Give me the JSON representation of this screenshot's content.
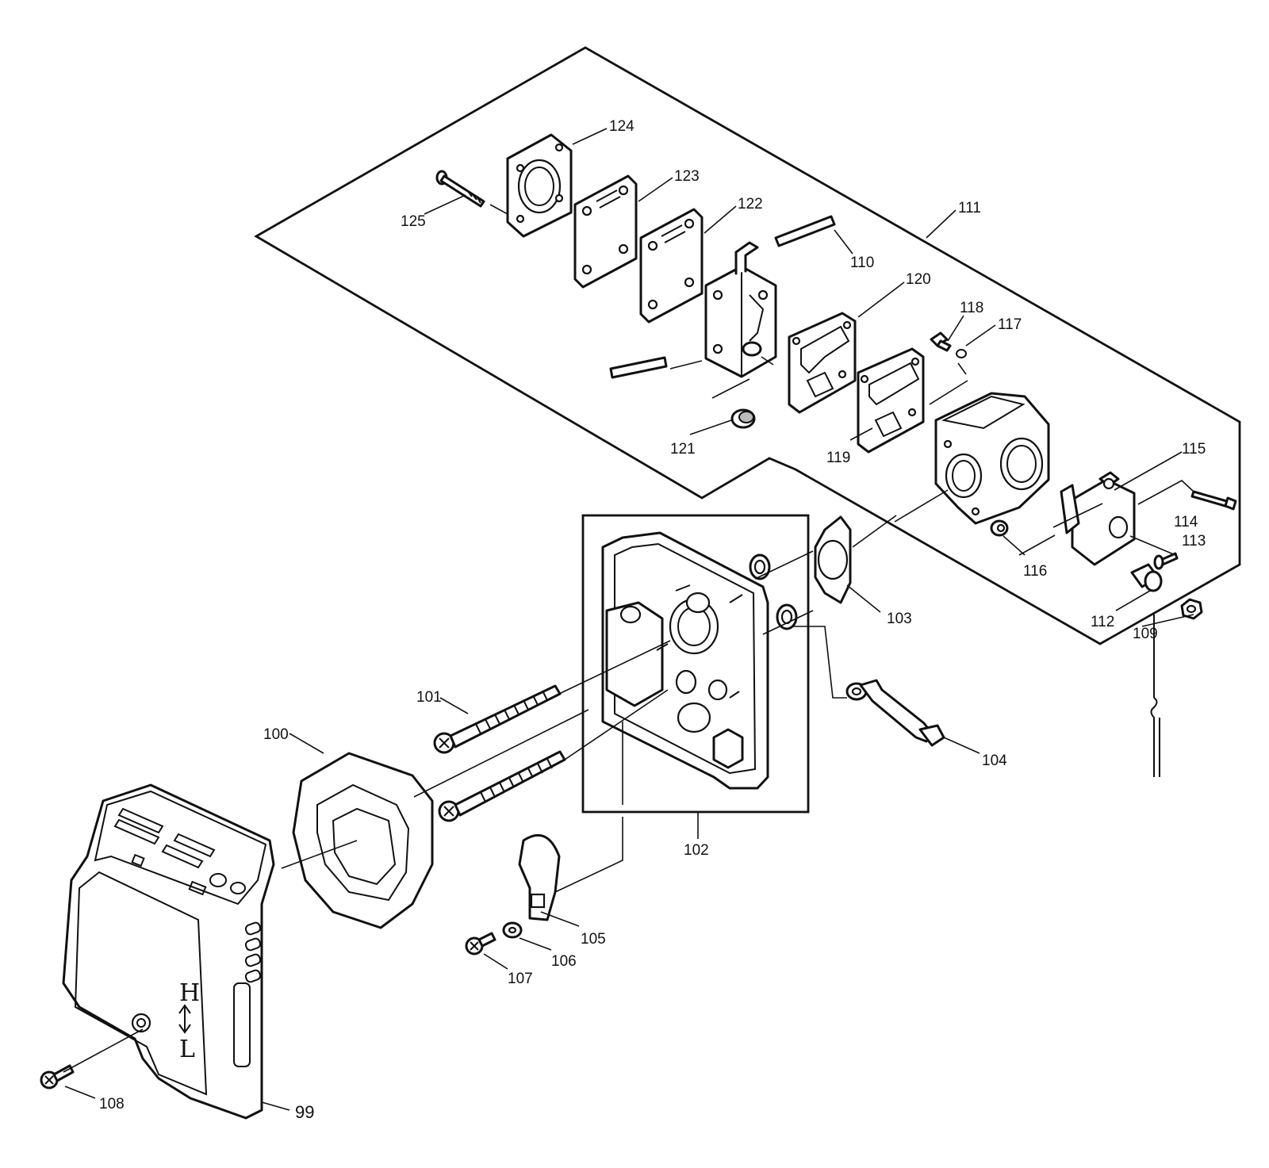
{
  "diagram": {
    "labels": {
      "p99": "99",
      "p100": "100",
      "p101": "101",
      "p102": "102",
      "p103": "103",
      "p104": "104",
      "p105": "105",
      "p106": "106",
      "p107": "107",
      "p108": "108",
      "p109": "109",
      "p110": "110",
      "p111": "111",
      "p112": "112",
      "p113": "113",
      "p114": "114",
      "p115": "115",
      "p116": "116",
      "p117": "117",
      "p118": "118",
      "p119": "119",
      "p120": "120",
      "p121": "121",
      "p122": "122",
      "p123": "123",
      "p124": "124",
      "p125": "125"
    },
    "cover_marks": {
      "top": "H",
      "bottom": "L"
    }
  }
}
